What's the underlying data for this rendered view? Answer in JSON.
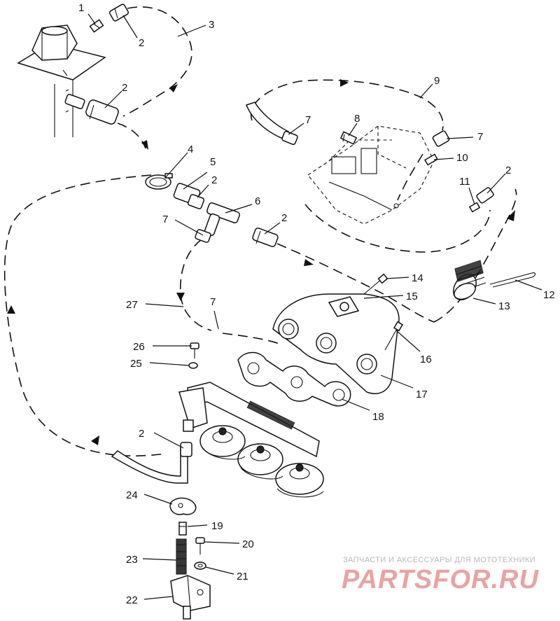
{
  "callouts": [
    {
      "id": "c1",
      "text": "1"
    },
    {
      "id": "c2a",
      "text": "2"
    },
    {
      "id": "c3",
      "text": "3"
    },
    {
      "id": "c2b",
      "text": "2"
    },
    {
      "id": "c9",
      "text": "9"
    },
    {
      "id": "c7a",
      "text": "7"
    },
    {
      "id": "c8",
      "text": "8"
    },
    {
      "id": "c7b",
      "text": "7"
    },
    {
      "id": "c4",
      "text": "4"
    },
    {
      "id": "c10",
      "text": "10"
    },
    {
      "id": "c5",
      "text": "5"
    },
    {
      "id": "c2c",
      "text": "2"
    },
    {
      "id": "c2d",
      "text": "2"
    },
    {
      "id": "c11",
      "text": "11"
    },
    {
      "id": "c6",
      "text": "6"
    },
    {
      "id": "c7c",
      "text": "7"
    },
    {
      "id": "c2e",
      "text": "2"
    },
    {
      "id": "c14",
      "text": "14"
    },
    {
      "id": "c15",
      "text": "15"
    },
    {
      "id": "c12",
      "text": "12"
    },
    {
      "id": "c27",
      "text": "27"
    },
    {
      "id": "c7d",
      "text": "7"
    },
    {
      "id": "c13",
      "text": "13"
    },
    {
      "id": "c26",
      "text": "26"
    },
    {
      "id": "c16",
      "text": "16"
    },
    {
      "id": "c25",
      "text": "25"
    },
    {
      "id": "c17",
      "text": "17"
    },
    {
      "id": "c18",
      "text": "18"
    },
    {
      "id": "c2f",
      "text": "2"
    },
    {
      "id": "c24",
      "text": "24"
    },
    {
      "id": "c19",
      "text": "19"
    },
    {
      "id": "c20",
      "text": "20"
    },
    {
      "id": "c23",
      "text": "23"
    },
    {
      "id": "c21",
      "text": "21"
    },
    {
      "id": "c22",
      "text": "22"
    }
  ],
  "watermark": {
    "tagline": "ЗАПЧАСТИ И АКСЕССУАРЫ ДЛЯ МОТОТЕХНИКИ",
    "brand": "PARTSFOR.RU"
  }
}
